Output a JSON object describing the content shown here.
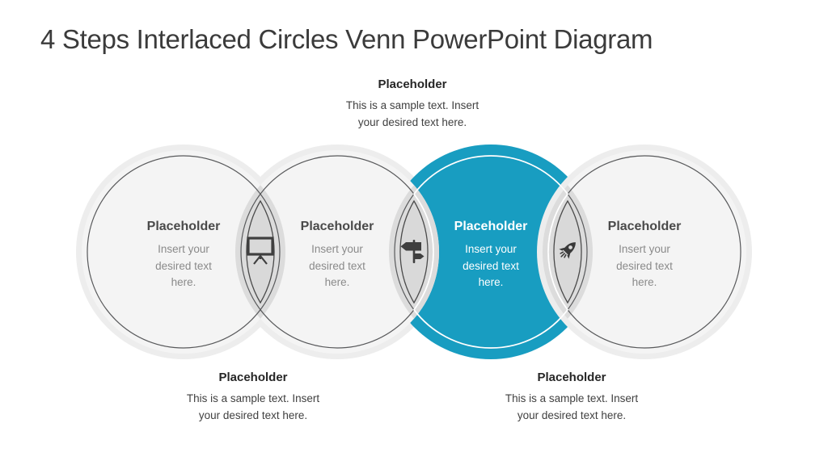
{
  "slide": {
    "title": "4 Steps Interlaced Circles Venn PowerPoint Diagram"
  },
  "top_caption": {
    "heading": "Placeholder",
    "body": "This is a sample text. Insert\nyour desired text here."
  },
  "bottom_captions": [
    {
      "heading": "Placeholder",
      "body": "This is a sample text. Insert\nyour desired text here."
    },
    {
      "heading": "Placeholder",
      "body": "This is a sample text. Insert\nyour desired text here."
    }
  ],
  "circles": [
    {
      "heading": "Placeholder",
      "body": "Insert your\ndesired text\nhere.",
      "highlighted": false
    },
    {
      "heading": "Placeholder",
      "body": "Insert your\ndesired text\nhere.",
      "highlighted": false
    },
    {
      "heading": "Placeholder",
      "body": "Insert your\ndesired text\nhere.",
      "highlighted": true
    },
    {
      "heading": "Placeholder",
      "body": "Insert your\ndesired text\nhere.",
      "highlighted": false
    }
  ],
  "junction_icons": [
    "presentation-board",
    "signpost",
    "rocket"
  ],
  "colors": {
    "accent_teal": "#189DC1",
    "circle_fill": "#F4F4F4",
    "halo": "#EDEDED",
    "overlap": "#DCDCDC",
    "lens_fill": "#D9D9D9",
    "outline_dark": "#58595B",
    "icon_dark": "#3F3F3F",
    "title_text": "#3B3B3B"
  }
}
